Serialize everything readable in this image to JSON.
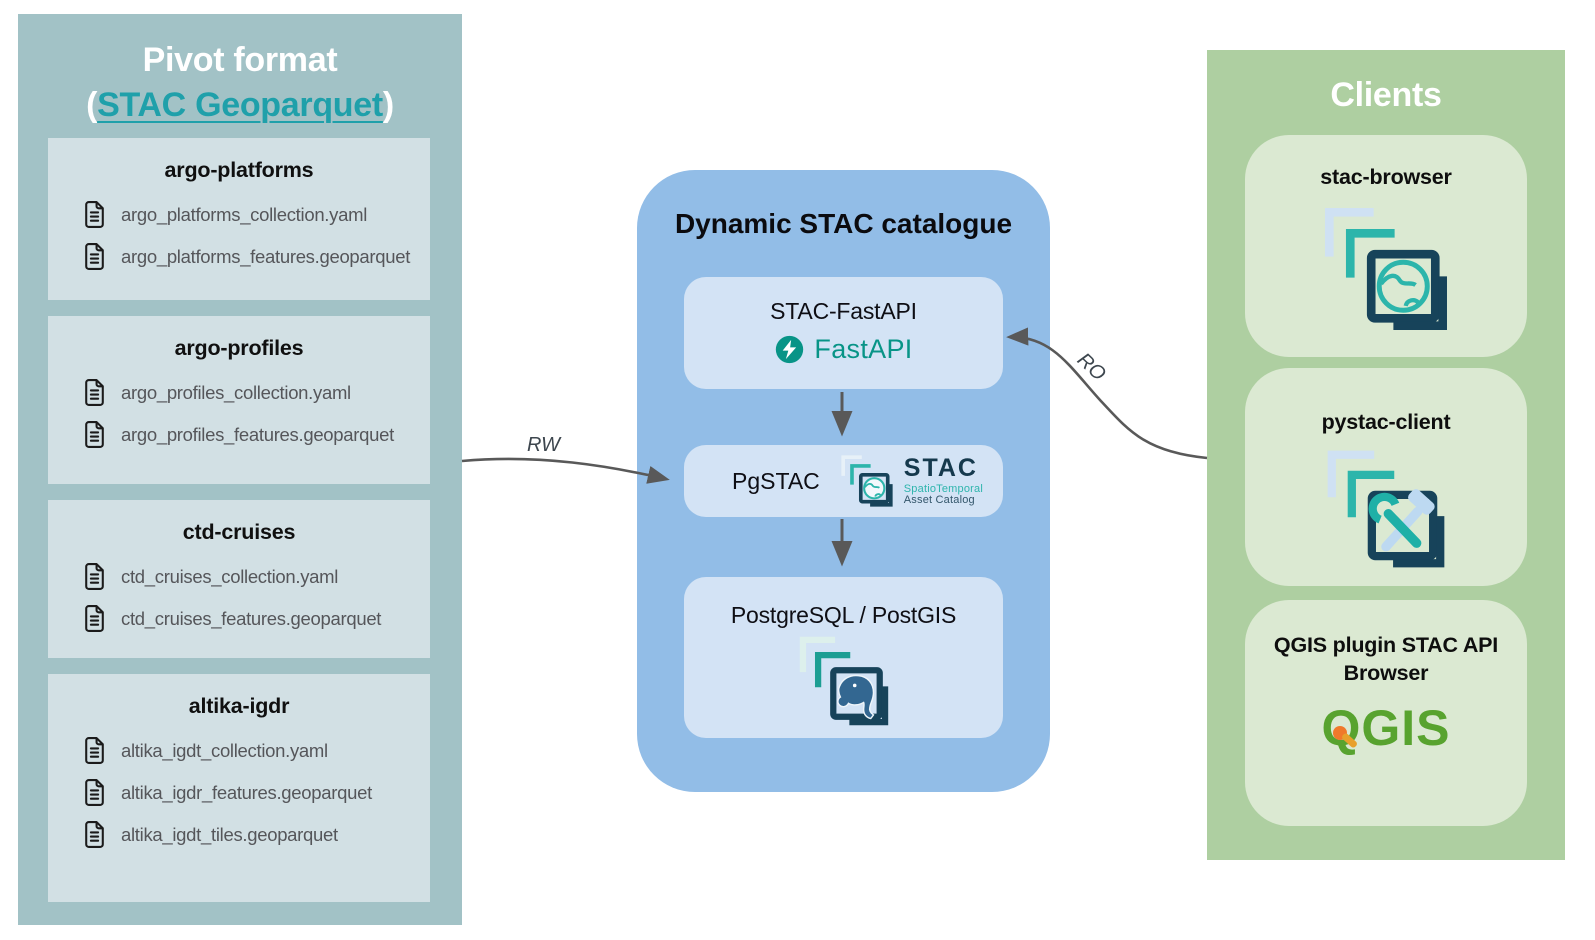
{
  "pivot": {
    "title": "Pivot format",
    "subtitle": {
      "prefix": "(",
      "link": "STAC Geoparquet",
      "suffix": ")"
    },
    "groups": [
      {
        "title": "argo-platforms",
        "files": [
          "argo_platforms_collection.yaml",
          "argo_platforms_features.geoparquet"
        ]
      },
      {
        "title": "argo-profiles",
        "files": [
          "argo_profiles_collection.yaml",
          "argo_profiles_features.geoparquet"
        ]
      },
      {
        "title": "ctd-cruises",
        "files": [
          "ctd_cruises_collection.yaml",
          "ctd_cruises_features.geoparquet"
        ]
      },
      {
        "title": "altika-igdr",
        "files": [
          "altika_igdt_collection.yaml",
          "altika_igdr_features.geoparquet",
          "altika_igdt_tiles.geoparquet"
        ]
      }
    ]
  },
  "catalogue": {
    "title": "Dynamic STAC catalogue",
    "stac_fastapi": {
      "label": "STAC-FastAPI",
      "logo_text": "FastAPI"
    },
    "pgstac": {
      "label": "PgSTAC",
      "stac_logo": {
        "title": "STAC",
        "subtitle1": "SpatioTemporal",
        "subtitle2": "Asset Catalog"
      }
    },
    "database": {
      "label": "PostgreSQL / PostGIS"
    }
  },
  "clients": {
    "title": "Clients",
    "stac_browser": {
      "label": "stac-browser"
    },
    "pystac_client": {
      "label": "pystac-client"
    },
    "qgis": {
      "label": "QGIS plugin STAC API Browser",
      "logo_text": "QGIS"
    }
  },
  "arrows": {
    "rw": "RW",
    "ro": "RO"
  },
  "colors": {
    "left_panel": "#a2c2c6",
    "left_box": "#d2e0e4",
    "link_teal": "#1fa0aa",
    "middle_panel": "#92bde7",
    "middle_box": "#d3e3f5",
    "right_panel": "#aecfa1",
    "right_box": "#dbe9d2",
    "arrow_gray": "#595959",
    "fastapi_teal": "#089487",
    "stac_navy": "#17435a",
    "stac_teal": "#2cb5ab",
    "postgres_blue": "#336791",
    "qgis_green": "#58a32f",
    "qgis_orange": "#f0792b",
    "file_text": "#55565a"
  }
}
